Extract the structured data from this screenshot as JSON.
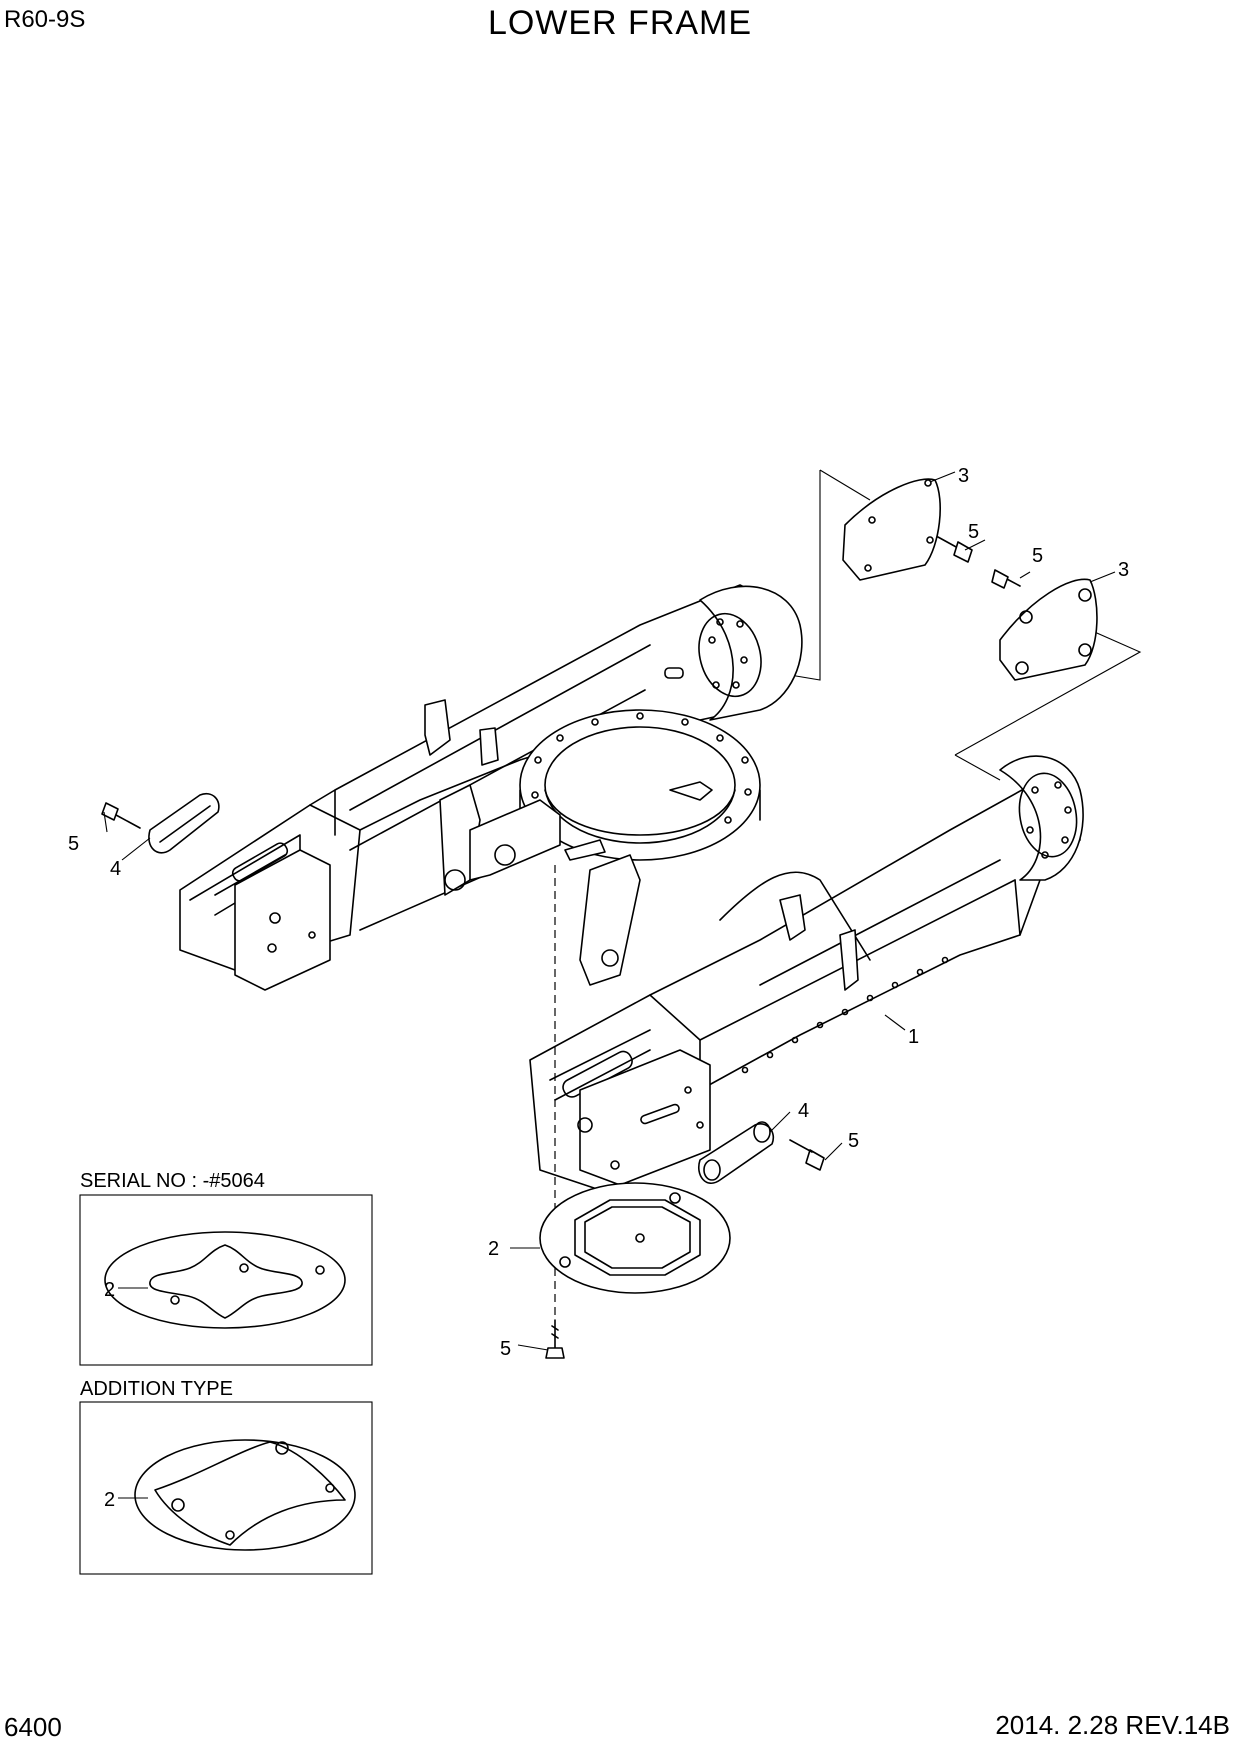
{
  "header": {
    "model": "R60-9S",
    "title": "LOWER FRAME"
  },
  "footer": {
    "page_number": "6400",
    "revision": "2014. 2.28  REV.14B"
  },
  "inset_labels": {
    "serial": "SERIAL NO : -#5064",
    "addition": "ADDITION TYPE"
  },
  "callouts": {
    "frame": "1",
    "plate": "2",
    "cover": "3",
    "guard": "4",
    "bolt": "5"
  }
}
